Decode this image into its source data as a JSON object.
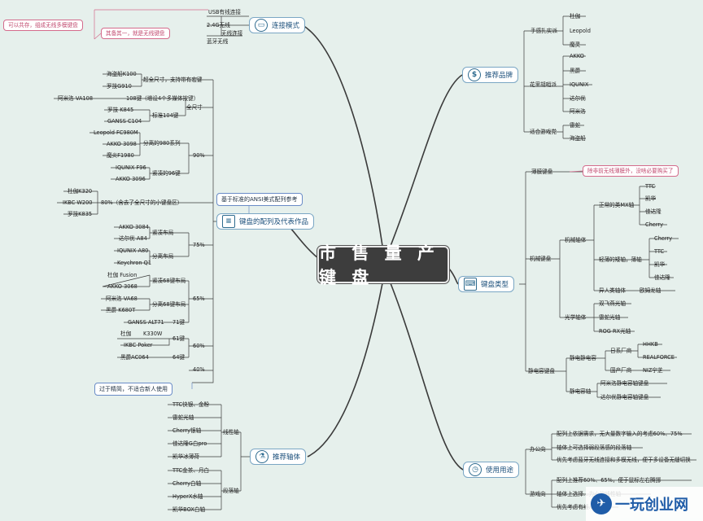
{
  "center": "市 售 量 产 键 盘",
  "branches": {
    "connect": "连接模式",
    "brand": "推荐品牌",
    "layout": "键盘的配列及代表作品",
    "type": "键盘类型",
    "switch": "推荐轴体",
    "usage": "使用用途"
  },
  "icons": {
    "connect": "monitor-icon",
    "brand": "dollar-icon",
    "layout": "document-icon",
    "type": "keyboard-icon",
    "switch": "test-tube-icon",
    "usage": "clock-icon"
  },
  "notes": {
    "n1": "可以共存，组成无线多模键盘",
    "n2": "其备其一，就是无线键盘",
    "n3": "除非前无线薄膜外，没啥必要购买了",
    "n4": "基于标准的ANSI美式配列参考",
    "n5": "过于精简，不适合新人使用"
  },
  "connect": {
    "usb": "USB有线连接",
    "g24": "2.4G无线",
    "wireless": "无线连接",
    "bt": "蓝牙无线"
  },
  "brand": {
    "g1": "手感扎实派",
    "g1_items": [
      "杜伽",
      "Leopold",
      "魔灵"
    ],
    "g2": "花里胡哨派",
    "g2_items": [
      "AKKO",
      "黑爵",
      "IQUNIX",
      "达尔优",
      "阿米洛"
    ],
    "g3": "适合游戏党",
    "g3_items": [
      "雷蛇",
      "海盗船"
    ]
  },
  "type": {
    "membrane": "薄膜键盘",
    "mech": "机械键盘",
    "mech_axis": "机械轴体",
    "mx": "正常的类MX轴",
    "mx_items": [
      "TTC",
      "凯华",
      "佳达隆",
      "Cherry"
    ],
    "thin": "轻薄的矮轴，薄轴",
    "thin_items": [
      "Cherry",
      "TTC",
      "凯华",
      "佳达隆"
    ],
    "other": "异人类轴体",
    "omron": "欧姆龙轴",
    "optical": "光学轴体",
    "opt_items": [
      "双飞燕光轴",
      "雷蛇光轴",
      "ROG RX光轴"
    ],
    "ec": "静电容键盘",
    "ec_kb": "静电静电容",
    "jp": "日系厂商",
    "jp_items": [
      "HHKB",
      "REALFORCE"
    ],
    "cn": "国产厂商",
    "cn_item": "NIZ宁芝",
    "ec_axis": "静电容轴",
    "ec_axis_items": [
      "阿米洛静电容轴键盘",
      "达尔优静电容轴键盘"
    ]
  },
  "usage": {
    "office": "办公向",
    "office_items": [
      "配列上依据需求，无大量数字输入的考虑60%、75%",
      "轴体上可选择弱段落感的段落轴",
      "优先考虑蓝牙无线连接和多模无线，便于多设备无缝切换"
    ],
    "game": "游戏向",
    "game_items": [
      "配列上推荐60%、65%，便于鼠标左右腾挪",
      "轴体上选择…力小的线性轴",
      "优先考虑有线…线…"
    ]
  },
  "switch": {
    "linear": "线性轴",
    "linear_items": [
      "TTC快银、金粉",
      "雷蛇光轴",
      "Cherry银轴",
      "佳达隆G白pro",
      "凯华冰薄荷"
    ],
    "tactile": "段落轴",
    "tactile_items": [
      "TTC金茶、月白",
      "Cherry白轴",
      "HyperX水轴",
      "凯华BOX白轴"
    ]
  },
  "layout": {
    "l_full_a": "超全尺寸，支持带有宏键",
    "l_full_a_items": [
      "海盗船K100",
      "罗技G910"
    ],
    "l_full": "全尺寸",
    "l_std104": "标准104键",
    "l_108": "108键（增设4个多媒体按键）",
    "l_108_item": "阿米洛 VA108",
    "l_std_items": [
      "罗技 K845",
      "GANSS C104"
    ],
    "l_90": "90%",
    "l_980": "分离的980系列",
    "l_980_items": [
      "Leopold FC980M",
      "AKKO 3098",
      "魔炎F1980"
    ],
    "l_96": "紧凑的96键",
    "l_96_items": [
      "IQUNIX F96",
      "AKKO 3096"
    ],
    "l_80": "80%（含去了全尺寸的小键盘区）",
    "l_80_items": [
      "杜伽K320",
      "IKBC W200",
      "罗技K835"
    ],
    "l_75": "75%",
    "l_75a": "紧凑布局",
    "l_75a_items": [
      "AKKO 3084",
      "达尔优 A84"
    ],
    "l_75b": "分离布局",
    "l_75b_items": [
      "IQUNIX A80",
      "Keychron Q1"
    ],
    "l_65": "65%",
    "l_65a": "紧凑68键布局",
    "l_65a_items": [
      "杜伽 Fusion",
      "AKKO 3068"
    ],
    "l_65b": "分离68键布局",
    "l_65b_items": [
      "阿米洛 VA68",
      "黑爵 K680T"
    ],
    "l_71": "71键",
    "l_71_item": "GANSS ALT71",
    "l_60": "60%",
    "l_61": "61键",
    "l_61_items": [
      "杜伽",
      "K330W",
      "IKBC Poker"
    ],
    "l_64": "64键",
    "l_64_item": "黑爵AC064",
    "l_40": "40%"
  },
  "watermark": "一玩创业网"
}
